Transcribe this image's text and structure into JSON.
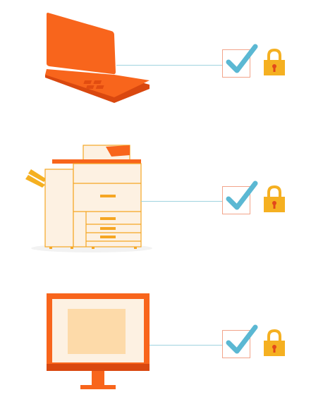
{
  "devices": [
    {
      "id": "laptop",
      "icon": "laptop-icon",
      "status_icon": "checkmark-icon",
      "lock_icon": "padlock-icon"
    },
    {
      "id": "printer",
      "icon": "multifunction-printer-icon",
      "status_icon": "checkmark-icon",
      "lock_icon": "padlock-icon"
    },
    {
      "id": "monitor",
      "icon": "desktop-monitor-icon",
      "status_icon": "checkmark-icon",
      "lock_icon": "padlock-icon"
    }
  ],
  "colors": {
    "device_primary": "#f8651c",
    "device_dark": "#d9480f",
    "device_light": "#fdf1e2",
    "device_panel": "#fddaa9",
    "outline": "#f5a623",
    "connector": "#9fd3df",
    "check": "#5bb8d3",
    "check_box_border": "#f2a48a",
    "lock_body": "#f5b021",
    "lock_keyhole": "#e2491b"
  }
}
